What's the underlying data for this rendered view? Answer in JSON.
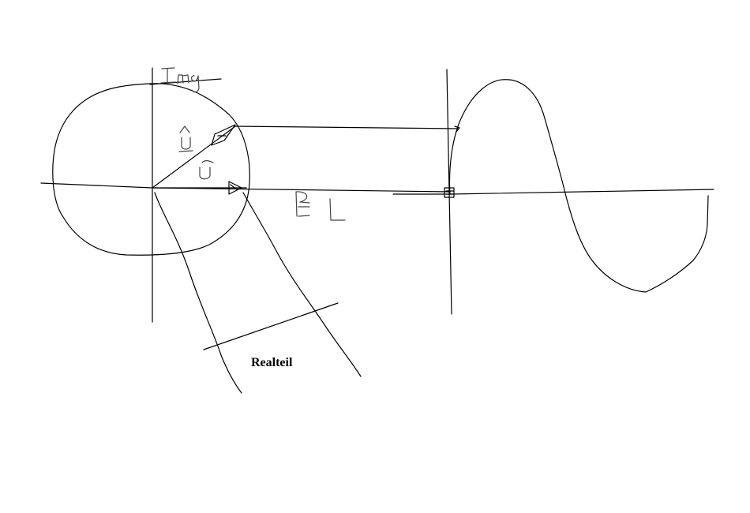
{
  "labels": {
    "imaginary_axis": "Img",
    "real_axis": "REL",
    "phasor_hat": "û",
    "phasor": "U",
    "real_part": "Realteil"
  },
  "colors": {
    "ink": "#000000",
    "pencil": "#444444",
    "background": "#ffffff"
  }
}
